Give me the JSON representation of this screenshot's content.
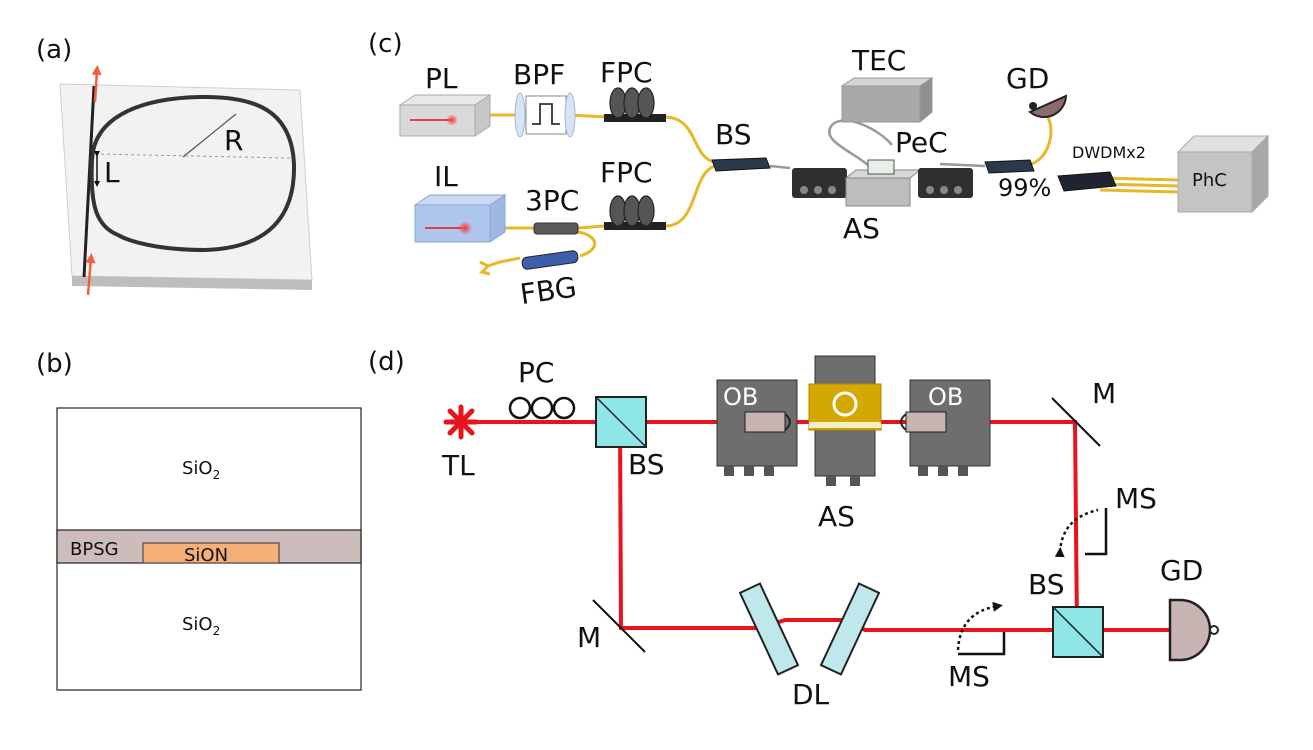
{
  "colors": {
    "beam": "#e8141b",
    "fiber": "#e6b82a",
    "cube": "#8ee6e6",
    "bpsg": "#cdbcbc",
    "sion": "#f5b07a",
    "stage": "#6e6e6e",
    "gold": "#d4a800"
  },
  "panels": {
    "a": "(a)",
    "b": "(b)",
    "c": "(c)",
    "d": "(d)"
  },
  "panel_a": {
    "r_label": "R",
    "l_label": "L"
  },
  "panel_b": {
    "layers": {
      "sio2_top": "SiO",
      "sio2_top_sub": "2",
      "bpsg": "BPSG",
      "sion": "SiON",
      "sio2_bottom": "SiO",
      "sio2_bottom_sub": "2"
    }
  },
  "panel_c": {
    "pl": "PL",
    "bpf": "BPF",
    "fpc_top": "FPC",
    "il": "IL",
    "three_pc": "3PC",
    "fpc_bottom": "FPC",
    "fbg": "FBG",
    "bs": "BS",
    "tec": "TEC",
    "pec": "PeC",
    "as": "AS",
    "gd": "GD",
    "dwdm": "DWDMx2",
    "percent": "99%",
    "phc": "PhC"
  },
  "panel_d": {
    "pc": "PC",
    "tl": "TL",
    "bs_left": "BS",
    "ob_left": "OB",
    "ob_right": "OB",
    "as": "AS",
    "m_top": "M",
    "ms_right": "MS",
    "bs_right": "BS",
    "gd": "GD",
    "m_bottom": "M",
    "dl": "DL",
    "ms_bottom": "MS"
  }
}
